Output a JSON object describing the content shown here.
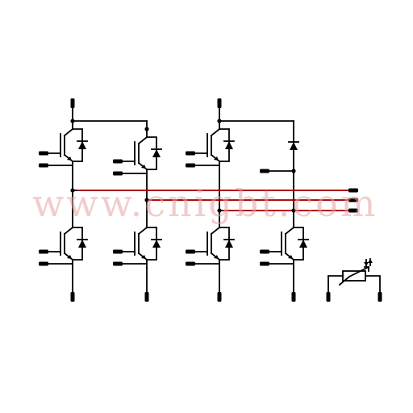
{
  "diagram": {
    "type": "power-module-schematic",
    "watermark": "www.cnigbt.com",
    "components": {
      "igbt_with_diode": 7,
      "standalone_diode": 1,
      "ntc_thermistor": 1
    },
    "colors": {
      "wire": "#000000",
      "output_rail_core": "#d40000",
      "watermark": "#e9a4a4"
    }
  }
}
